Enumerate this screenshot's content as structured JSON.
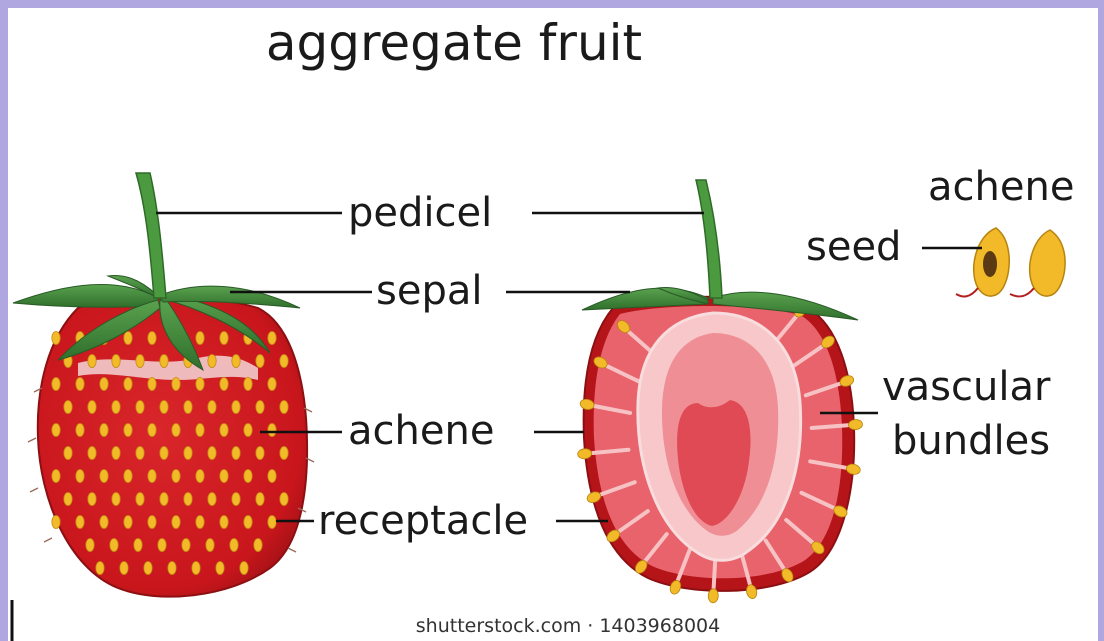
{
  "title": "aggregate fruit",
  "labels": {
    "pedicel": "pedicel",
    "sepal": "sepal",
    "achene_center": "achene",
    "receptacle": "receptacle",
    "achene_right": "achene",
    "seed": "seed",
    "vascular_line1": "vascular",
    "vascular_line2": "bundles"
  },
  "watermark": "shutterstock.com · 1403968004",
  "colors": {
    "frame": "#b0a6e0",
    "berry_red": "#c8161c",
    "berry_dark": "#8c0f12",
    "flesh_pink": "#e8636b",
    "core_light": "#f7c7c9",
    "core_inner": "#e04a55",
    "leaf_green": "#3f8a3a",
    "seed_yellow": "#f2b928"
  },
  "icons": [
    "whole-strawberry-illustration",
    "cut-strawberry-illustration",
    "achene-seed-illustration"
  ]
}
